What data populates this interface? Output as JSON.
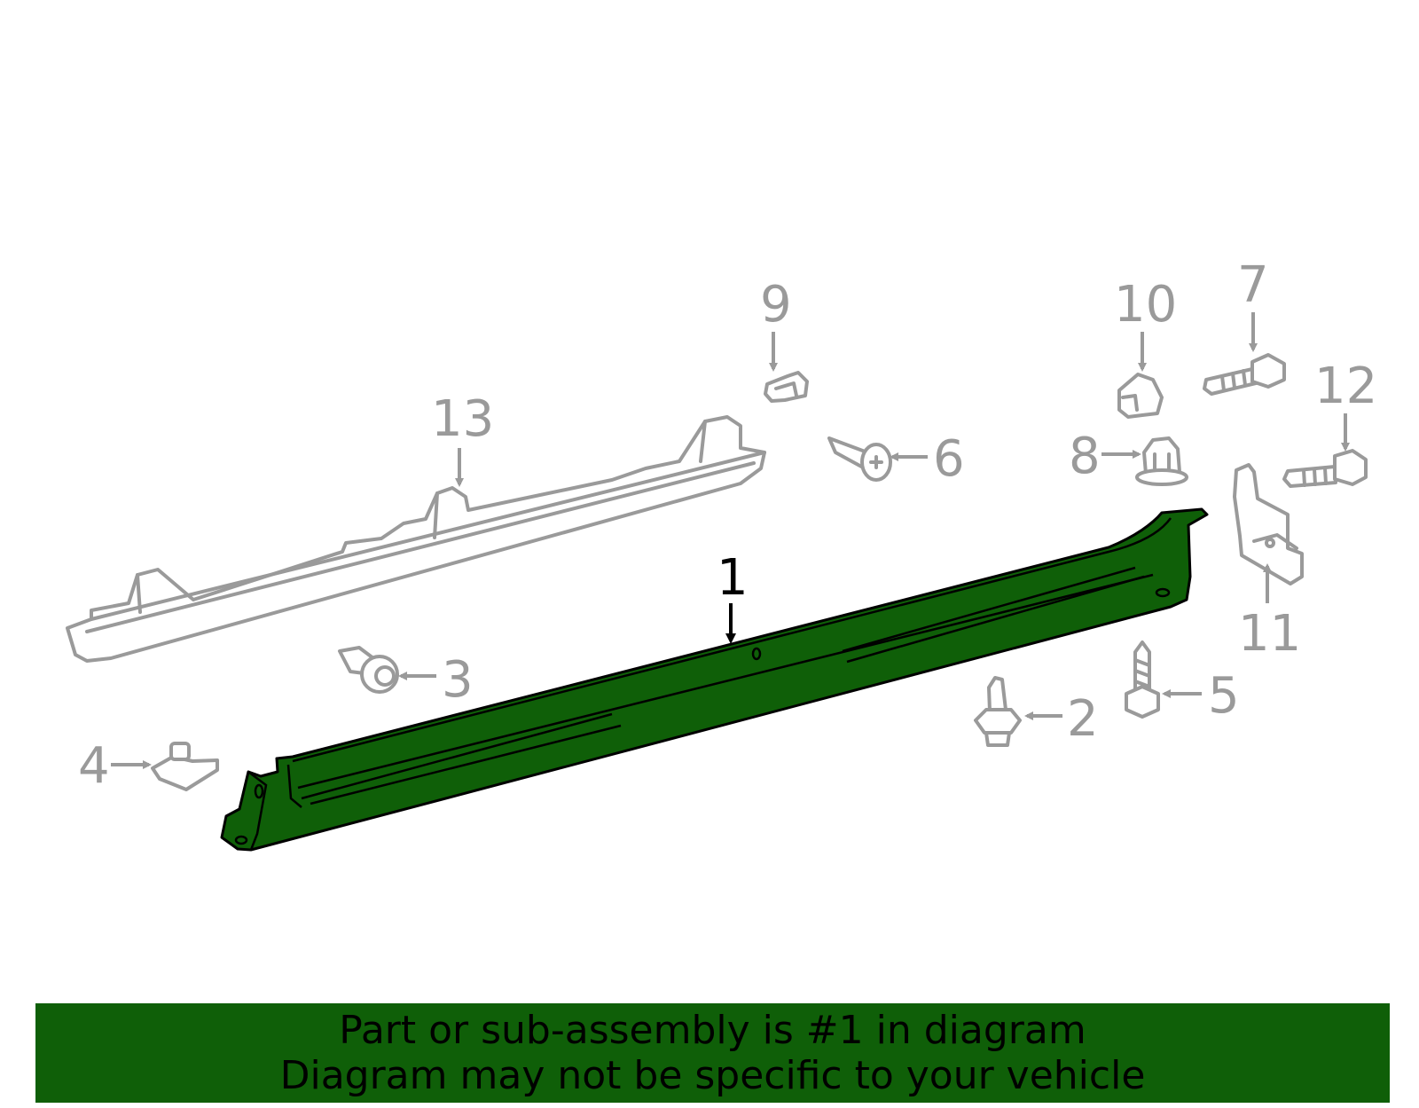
{
  "diagram": {
    "callouts": {
      "c1": "1",
      "c2": "2",
      "c3": "3",
      "c4": "4",
      "c5": "5",
      "c6": "6",
      "c7": "7",
      "c8": "8",
      "c9": "9",
      "c10": "10",
      "c11": "11",
      "c12": "12",
      "c13": "13"
    },
    "highlight_color": "#0f5f08",
    "outline_color": "#9a9a9a",
    "highlighted_part": "1"
  },
  "footer": {
    "line1": "Part or sub-assembly is #1 in diagram",
    "line2": "Diagram may not be specific to your vehicle"
  }
}
